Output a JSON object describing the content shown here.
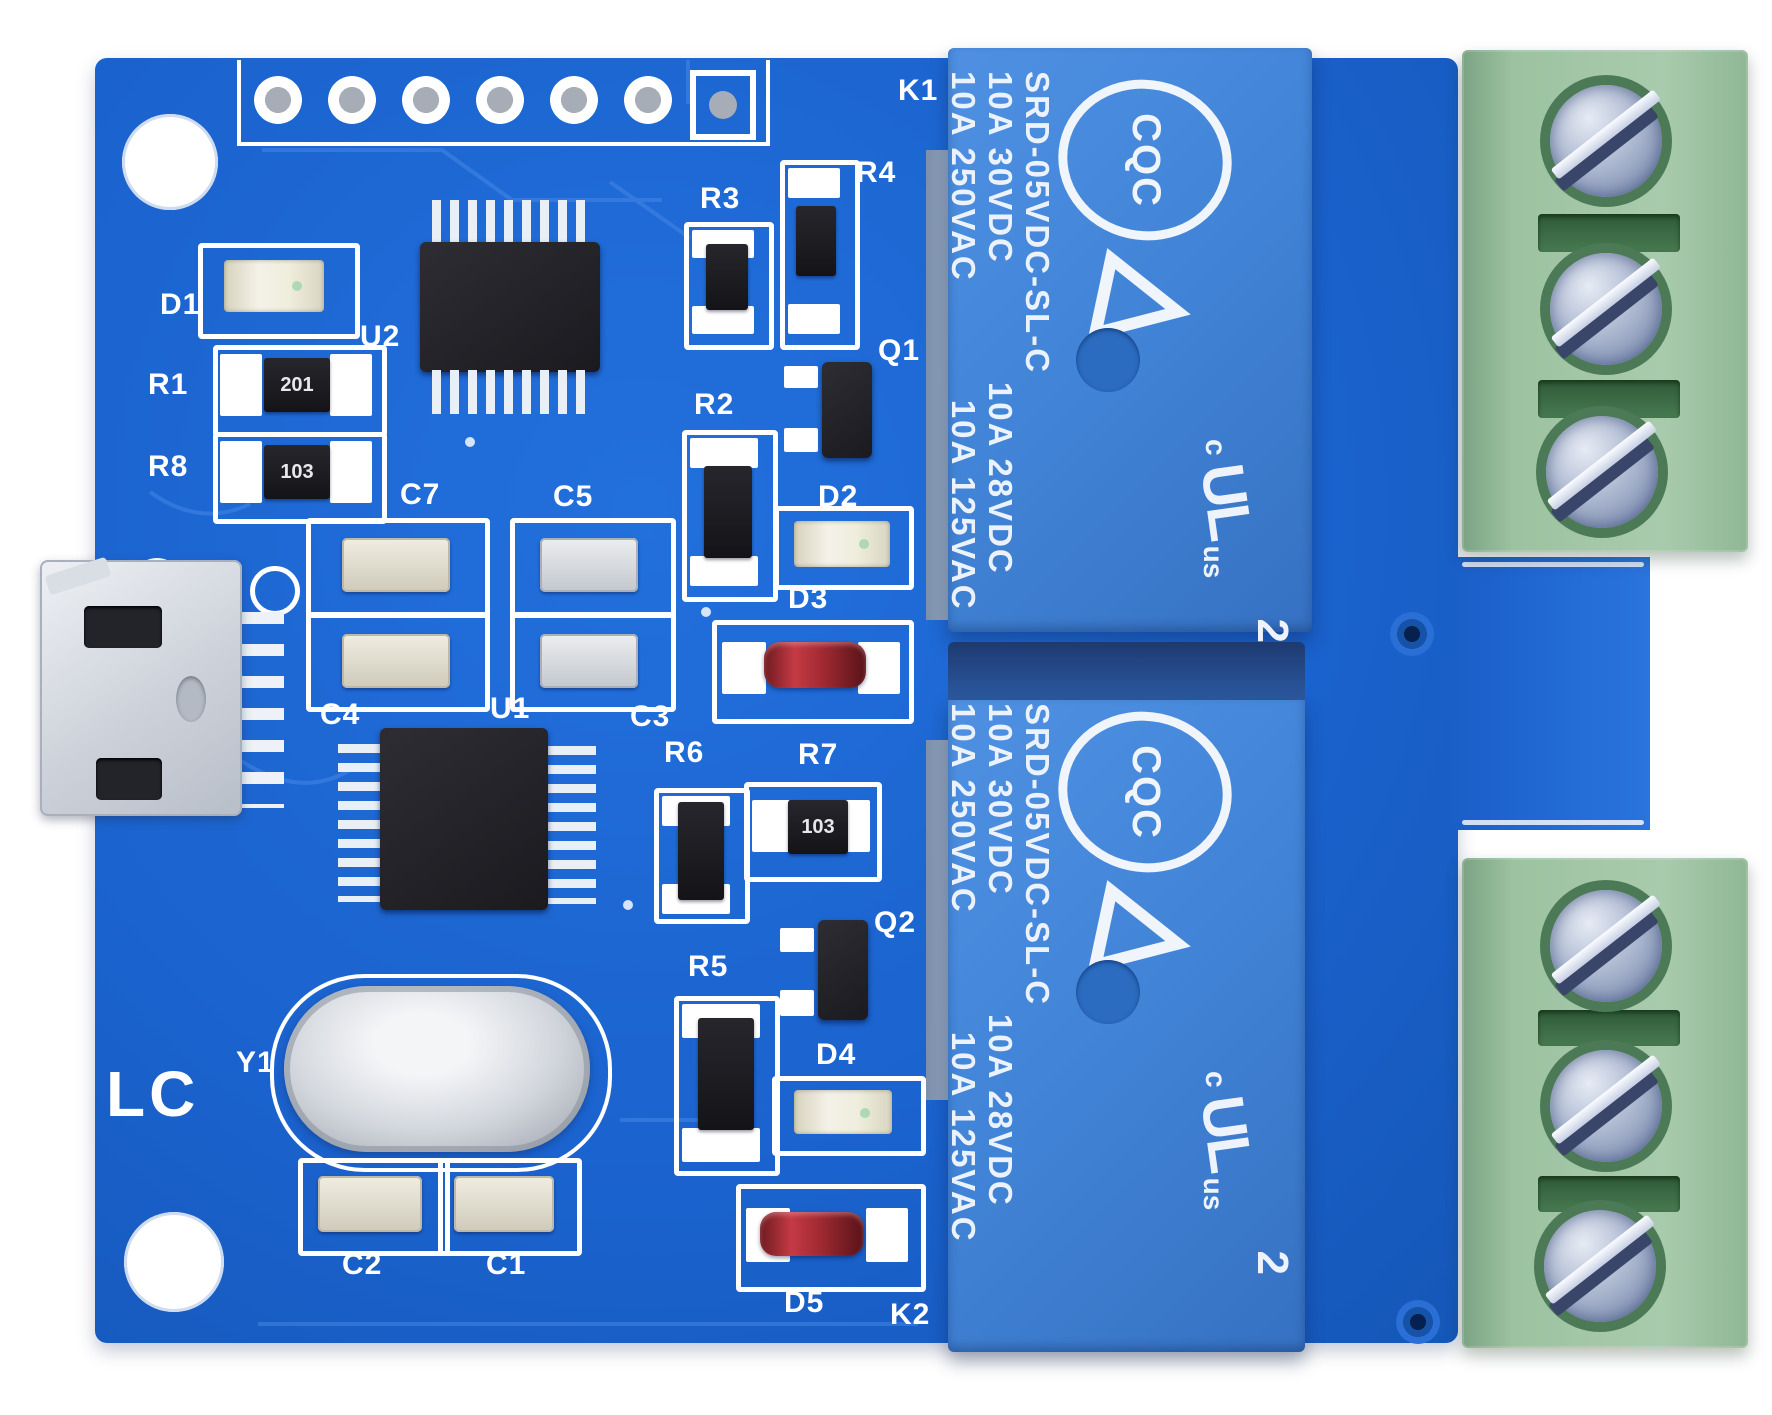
{
  "board": {
    "brand": "LC",
    "colors": {
      "pcb_blue": "#1b63cf",
      "relay_blue": "#4285d8",
      "terminal_green": "#9cc2a0",
      "silkscreen_white": "#ffffff",
      "diode_red": "#b5303c"
    }
  },
  "silkscreen": {
    "k1": "K1",
    "d1": "D1",
    "r1": "R1",
    "r8": "R8",
    "u2": "U2",
    "r3": "R3",
    "r4": "R4",
    "r2": "R2",
    "q1": "Q1",
    "d2": "D2",
    "c7": "C7",
    "c5": "C5",
    "c4": "C4",
    "c3": "C3",
    "u1": "U1",
    "d3": "D3",
    "r6": "R6",
    "r7": "R7",
    "r5": "R5",
    "q2": "Q2",
    "d4": "D4",
    "y1": "Y1",
    "c2": "C2",
    "c1": "C1",
    "d5": "D5",
    "k2": "K2",
    "lc_logo": "LC"
  },
  "component_values": {
    "r1": "201",
    "r8": "103",
    "r7": "103"
  },
  "relay": {
    "model": "SRD-05VDC-SL-C",
    "rating_ac_1": "10A 250VAC",
    "rating_ac_2": "10A 125VAC",
    "rating_dc_1": "10A 30VDC",
    "rating_dc_2": "10A 28VDC",
    "cqc_logo": "CQC",
    "triangle_logo": "△",
    "ul_c": "c",
    "ul_glyph": "UL",
    "ul_us": "us",
    "class_number": "2"
  }
}
